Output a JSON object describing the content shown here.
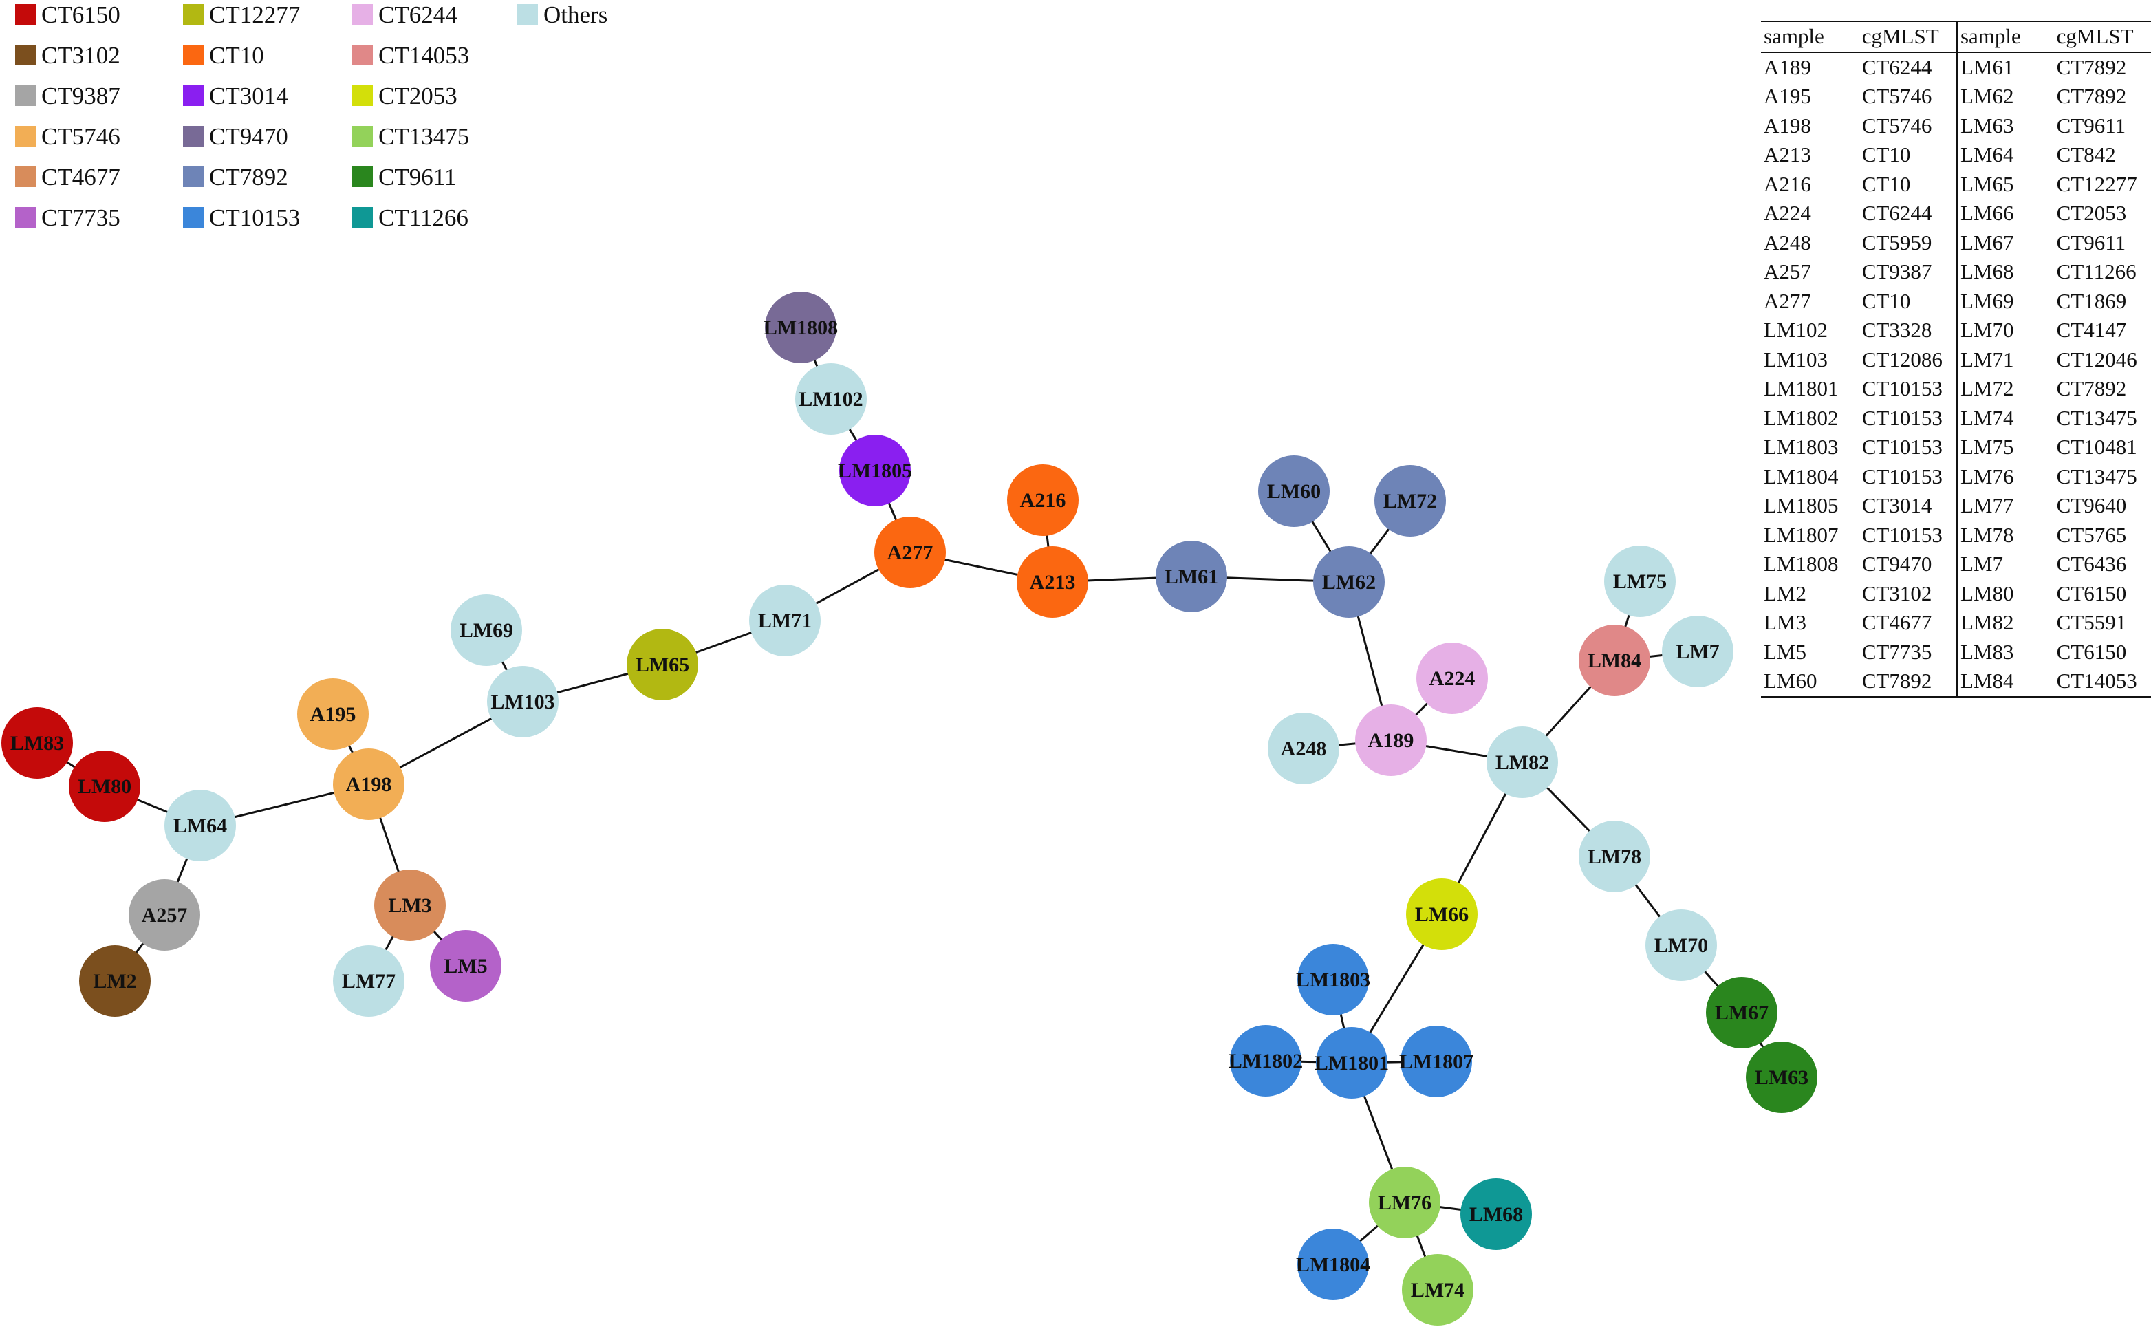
{
  "legend": [
    {
      "label": "CT6150",
      "color": "#c40a0a"
    },
    {
      "label": "CT3102",
      "color": "#7b4f1e"
    },
    {
      "label": "CT9387",
      "color": "#a5a5a5"
    },
    {
      "label": "CT5746",
      "color": "#f2ae55"
    },
    {
      "label": "CT4677",
      "color": "#d88c5b"
    },
    {
      "label": "CT7735",
      "color": "#b462c9"
    },
    {
      "label": "CT12277",
      "color": "#b2b812"
    },
    {
      "label": "CT10",
      "color": "#fb6711"
    },
    {
      "label": "CT3014",
      "color": "#8a1ff0"
    },
    {
      "label": "CT9470",
      "color": "#786a96"
    },
    {
      "label": "CT7892",
      "color": "#6e84b7"
    },
    {
      "label": "CT10153",
      "color": "#3b86da"
    },
    {
      "label": "CT6244",
      "color": "#e6b0e6"
    },
    {
      "label": "CT14053",
      "color": "#e08888"
    },
    {
      "label": "CT2053",
      "color": "#d3df0a"
    },
    {
      "label": "CT13475",
      "color": "#93d25a"
    },
    {
      "label": "CT9611",
      "color": "#2a861e"
    },
    {
      "label": "CT11266",
      "color": "#0f9895"
    },
    {
      "label": "Others",
      "color": "#bcdfe4"
    }
  ],
  "nodes": [
    {
      "id": "LM1808",
      "ct": "CT9470"
    },
    {
      "id": "LM102",
      "ct": "Others"
    },
    {
      "id": "LM1805",
      "ct": "CT3014"
    },
    {
      "id": "A277",
      "ct": "CT10"
    },
    {
      "id": "A216",
      "ct": "CT10"
    },
    {
      "id": "A213",
      "ct": "CT10"
    },
    {
      "id": "LM61",
      "ct": "CT7892"
    },
    {
      "id": "LM60",
      "ct": "CT7892"
    },
    {
      "id": "LM72",
      "ct": "CT7892"
    },
    {
      "id": "LM62",
      "ct": "CT7892"
    },
    {
      "id": "LM71",
      "ct": "Others"
    },
    {
      "id": "LM65",
      "ct": "CT12277"
    },
    {
      "id": "LM69",
      "ct": "Others"
    },
    {
      "id": "LM103",
      "ct": "Others"
    },
    {
      "id": "A195",
      "ct": "CT5746"
    },
    {
      "id": "A198",
      "ct": "CT5746"
    },
    {
      "id": "LM83",
      "ct": "CT6150"
    },
    {
      "id": "LM80",
      "ct": "CT6150"
    },
    {
      "id": "LM64",
      "ct": "Others"
    },
    {
      "id": "A257",
      "ct": "CT9387"
    },
    {
      "id": "LM2",
      "ct": "CT3102"
    },
    {
      "id": "LM3",
      "ct": "CT4677"
    },
    {
      "id": "LM5",
      "ct": "CT7735"
    },
    {
      "id": "LM77",
      "ct": "Others"
    },
    {
      "id": "A224",
      "ct": "CT6244"
    },
    {
      "id": "A189",
      "ct": "CT6244"
    },
    {
      "id": "A248",
      "ct": "Others"
    },
    {
      "id": "LM82",
      "ct": "Others"
    },
    {
      "id": "LM75",
      "ct": "Others"
    },
    {
      "id": "LM84",
      "ct": "CT14053"
    },
    {
      "id": "LM7",
      "ct": "Others"
    },
    {
      "id": "LM78",
      "ct": "Others"
    },
    {
      "id": "LM70",
      "ct": "Others"
    },
    {
      "id": "LM67",
      "ct": "CT9611"
    },
    {
      "id": "LM63",
      "ct": "CT9611"
    },
    {
      "id": "LM66",
      "ct": "CT2053"
    },
    {
      "id": "LM1803",
      "ct": "CT10153"
    },
    {
      "id": "LM1802",
      "ct": "CT10153"
    },
    {
      "id": "LM1801",
      "ct": "CT10153"
    },
    {
      "id": "LM1807",
      "ct": "CT10153"
    },
    {
      "id": "LM76",
      "ct": "CT13475"
    },
    {
      "id": "LM68",
      "ct": "CT11266"
    },
    {
      "id": "LM1804",
      "ct": "CT10153"
    },
    {
      "id": "LM74",
      "ct": "CT13475"
    }
  ],
  "edges": [
    [
      "LM1808",
      "LM102"
    ],
    [
      "LM102",
      "LM1805"
    ],
    [
      "LM1805",
      "A277"
    ],
    [
      "A277",
      "A213"
    ],
    [
      "A216",
      "A213"
    ],
    [
      "A213",
      "LM61"
    ],
    [
      "LM61",
      "LM62"
    ],
    [
      "LM60",
      "LM62"
    ],
    [
      "LM72",
      "LM62"
    ],
    [
      "LM62",
      "A189"
    ],
    [
      "A277",
      "LM71"
    ],
    [
      "LM71",
      "LM65"
    ],
    [
      "LM65",
      "LM103"
    ],
    [
      "LM69",
      "LM103"
    ],
    [
      "LM103",
      "A198"
    ],
    [
      "A195",
      "A198"
    ],
    [
      "A198",
      "LM64"
    ],
    [
      "A198",
      "LM3"
    ],
    [
      "LM3",
      "LM77"
    ],
    [
      "LM3",
      "LM5"
    ],
    [
      "LM64",
      "LM80"
    ],
    [
      "LM80",
      "LM83"
    ],
    [
      "LM64",
      "A257"
    ],
    [
      "A257",
      "LM2"
    ],
    [
      "A189",
      "A224"
    ],
    [
      "A189",
      "A248"
    ],
    [
      "A189",
      "LM82"
    ],
    [
      "LM82",
      "LM84"
    ],
    [
      "LM84",
      "LM75"
    ],
    [
      "LM84",
      "LM7"
    ],
    [
      "LM82",
      "LM78"
    ],
    [
      "LM78",
      "LM70"
    ],
    [
      "LM70",
      "LM67"
    ],
    [
      "LM67",
      "LM63"
    ],
    [
      "LM82",
      "LM66"
    ],
    [
      "LM66",
      "LM1801"
    ],
    [
      "LM1801",
      "LM1803"
    ],
    [
      "LM1801",
      "LM1802"
    ],
    [
      "LM1801",
      "LM1807"
    ],
    [
      "LM1801",
      "LM76"
    ],
    [
      "LM76",
      "LM68"
    ],
    [
      "LM76",
      "LM1804"
    ],
    [
      "LM76",
      "LM74"
    ]
  ],
  "table": {
    "headers": [
      "sample",
      "cgMLST",
      "sample",
      "cgMLST"
    ],
    "rows": [
      [
        "A189",
        "CT6244",
        "LM61",
        "CT7892"
      ],
      [
        "A195",
        "CT5746",
        "LM62",
        "CT7892"
      ],
      [
        "A198",
        "CT5746",
        "LM63",
        "CT9611"
      ],
      [
        "A213",
        "CT10",
        "LM64",
        "CT842"
      ],
      [
        "A216",
        "CT10",
        "LM65",
        "CT12277"
      ],
      [
        "A224",
        "CT6244",
        "LM66",
        "CT2053"
      ],
      [
        "A248",
        "CT5959",
        "LM67",
        "CT9611"
      ],
      [
        "A257",
        "CT9387",
        "LM68",
        "CT11266"
      ],
      [
        "A277",
        "CT10",
        "LM69",
        "CT1869"
      ],
      [
        "LM102",
        "CT3328",
        "LM70",
        "CT4147"
      ],
      [
        "LM103",
        "CT12086",
        "LM71",
        "CT12046"
      ],
      [
        "LM1801",
        "CT10153",
        "LM72",
        "CT7892"
      ],
      [
        "LM1802",
        "CT10153",
        "LM74",
        "CT13475"
      ],
      [
        "LM1803",
        "CT10153",
        "LM75",
        "CT10481"
      ],
      [
        "LM1804",
        "CT10153",
        "LM76",
        "CT13475"
      ],
      [
        "LM1805",
        "CT3014",
        "LM77",
        "CT9640"
      ],
      [
        "LM1807",
        "CT10153",
        "LM78",
        "CT5765"
      ],
      [
        "LM1808",
        "CT9470",
        "LM7",
        "CT6436"
      ],
      [
        "LM2",
        "CT3102",
        "LM80",
        "CT6150"
      ],
      [
        "LM3",
        "CT4677",
        "LM82",
        "CT5591"
      ],
      [
        "LM5",
        "CT7735",
        "LM83",
        "CT6150"
      ],
      [
        "LM60",
        "CT7892",
        "LM84",
        "CT14053"
      ]
    ]
  }
}
